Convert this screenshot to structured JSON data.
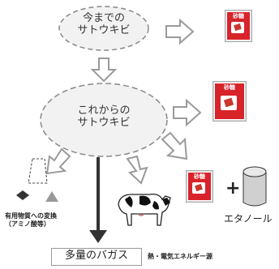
{
  "nodes": {
    "current_cane": "今までの\nサトウキビ",
    "future_cane": "これからの\nサトウキビ"
  },
  "labels": {
    "sugar_brand": "砂糖",
    "ethanol": "エタノール",
    "plus": "+",
    "useful_conversion_line1": "有用物質への変換",
    "useful_conversion_line2": "（アミノ酸等）",
    "bagasse": "多量のバガス",
    "energy_source": "熱・電気エネルギー源"
  },
  "colors": {
    "sugar_red": "#d8232a",
    "arrow_gray": "#9a9a9a",
    "big_arrow": "#333333",
    "oval_fill": "#f2f2f2",
    "oval_stroke": "#888888"
  }
}
